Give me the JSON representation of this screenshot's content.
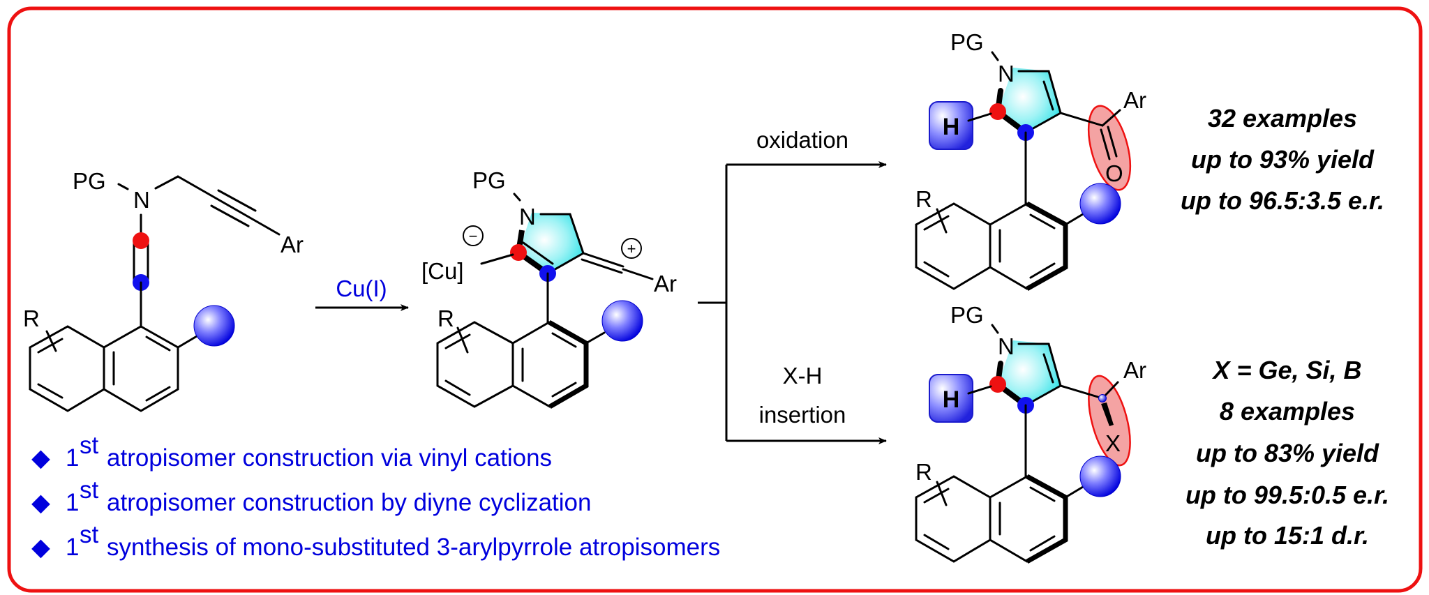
{
  "colors": {
    "frame": "#ee1111",
    "accent_blue": "#0000dd",
    "ring_fill": "#33e6ea",
    "highlight_ellipse": "#f4a3a3",
    "atom_red": "#ee1111",
    "atom_blue": "#1111ee"
  },
  "scheme": {
    "starting_material": {
      "labels": {
        "pg": "PG",
        "n": "N",
        "ar": "Ar",
        "r": "R"
      }
    },
    "step1": {
      "reagent": "Cu(I)"
    },
    "intermediate": {
      "labels": {
        "pg": "PG",
        "n": "N",
        "cu": "[Cu]",
        "ar": "Ar",
        "r": "R",
        "minus": "−",
        "plus": "+"
      }
    },
    "branch_top": {
      "condition": "oxidation"
    },
    "branch_bottom": {
      "condition_line1": "X-H",
      "condition_line2": "insertion"
    },
    "product_top": {
      "labels": {
        "pg": "PG",
        "n": "N",
        "h": "H",
        "ar": "Ar",
        "o": "O",
        "r": "R"
      },
      "stats": [
        "32 examples",
        "up to 93% yield",
        "up to 96.5:3.5 e.r."
      ]
    },
    "product_bottom": {
      "labels": {
        "pg": "PG",
        "n": "N",
        "h": "H",
        "ar": "Ar",
        "x": "X",
        "r": "R"
      },
      "stats": [
        "X = Ge, Si, B",
        "8 examples",
        "up to 83% yield",
        "up to 99.5:0.5 e.r.",
        "up to 15:1 d.r."
      ]
    }
  },
  "highlights": [
    {
      "bullet": "◆",
      "ordinal": "1",
      "sup": "st",
      "text": "atropisomer construction via vinyl cations"
    },
    {
      "bullet": "◆",
      "ordinal": "1",
      "sup": "st",
      "text": "atropisomer construction by diyne cyclization"
    },
    {
      "bullet": "◆",
      "ordinal": "1",
      "sup": "st",
      "text": "synthesis of mono-substituted 3-arylpyrrole atropisomers"
    }
  ]
}
